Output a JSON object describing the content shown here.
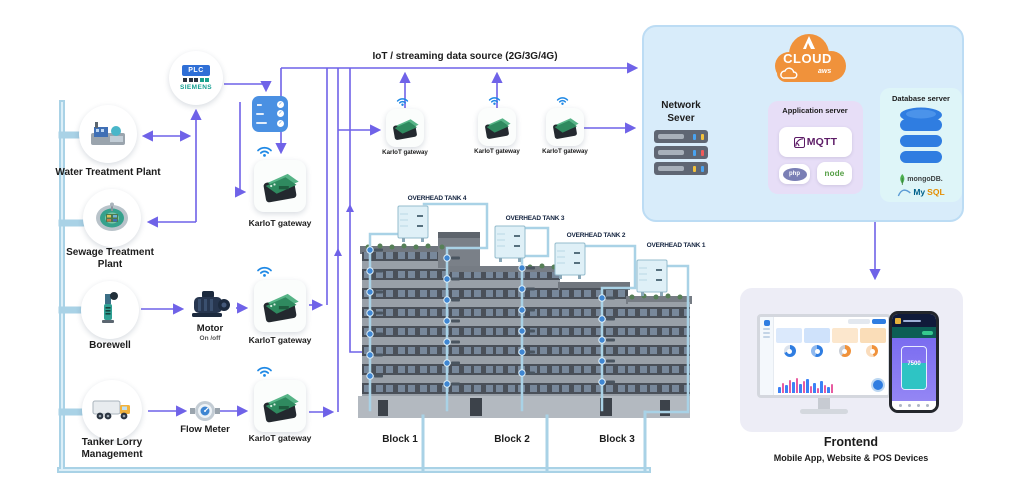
{
  "iot_label": "IoT / streaming data source (2G/3G/4G)",
  "plc": {
    "name": "PLC",
    "brand": "SIEMENS"
  },
  "sources": {
    "water": "Water Treatment Plant",
    "sewage1": "Sewage Treatment",
    "sewage2": "Plant",
    "borewell": "Borewell",
    "tanker1": "Tanker Lorry",
    "tanker2": "Management"
  },
  "devices": {
    "motor": "Motor",
    "motor_state": "On /off",
    "flow_meter": "Flow Meter",
    "gateway": "KarloT gateway"
  },
  "building": {
    "tanks": {
      "t4": "OVERHEAD TANK 4",
      "t3": "OVERHEAD TANK 3",
      "t2": "OVERHEAD TANK 2",
      "t1": "OVERHEAD TANK 1"
    },
    "blocks": {
      "b1": "Block 1",
      "b2": "Block 2",
      "b3": "Block 3"
    }
  },
  "cloud": {
    "cloud_word": "CLOUD",
    "aws": "aws",
    "network1": "Network",
    "network2": "Sever",
    "app_title": "Application server",
    "mqtt": "MQTT",
    "php": "php",
    "node": "node",
    "db_title": "Database server",
    "mongo": "mongoDB.",
    "mysql_my": "My",
    "mysql_sql": "SQL"
  },
  "frontend": {
    "title": "Frontend",
    "subtitle": "Mobile App, Website & POS Devices",
    "phone_level": "7500"
  },
  "colors": {
    "arrow_purple": "#6f62e8",
    "pipe_blue": "#a9d2e6",
    "cloud_panel": "#d8ecfa",
    "cloud_orange": "#f0923b",
    "db_blue": "#2f7de1"
  }
}
